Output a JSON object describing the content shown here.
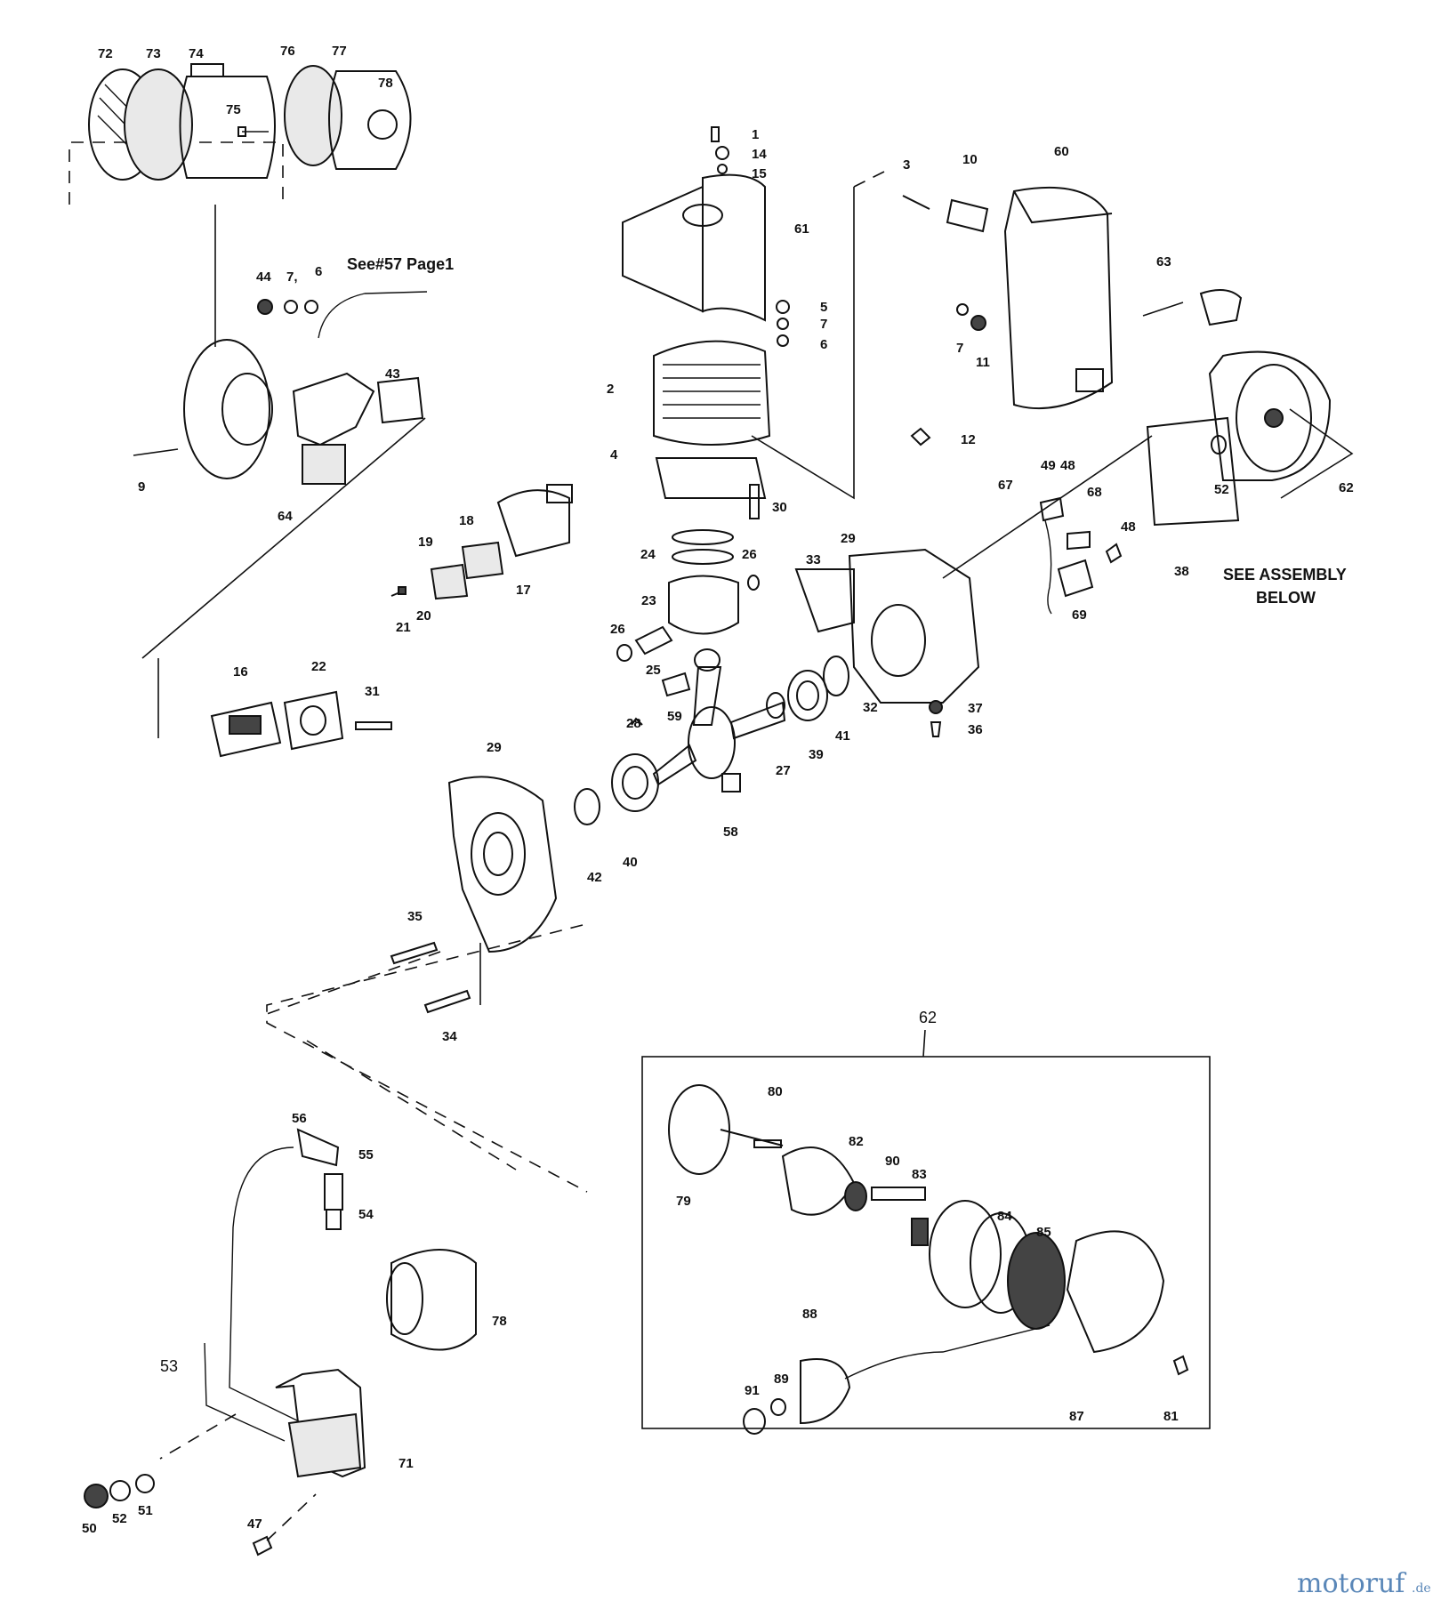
{
  "diagram": {
    "notes": {
      "see_57": "See#57 Page1",
      "see_assembly_1": "SEE ASSEMBLY",
      "see_assembly_2": "BELOW",
      "inset_label": "62"
    },
    "watermark": {
      "main": "motoruf",
      "suffix": ".de",
      "color": "#5a87b8"
    },
    "callouts": [
      {
        "id": "c72",
        "text": "72"
      },
      {
        "id": "c73",
        "text": "73"
      },
      {
        "id": "c74",
        "text": "74"
      },
      {
        "id": "c75",
        "text": "75"
      },
      {
        "id": "c76",
        "text": "76"
      },
      {
        "id": "c77",
        "text": "77"
      },
      {
        "id": "c78a",
        "text": "78"
      },
      {
        "id": "c1",
        "text": "1"
      },
      {
        "id": "c14",
        "text": "14"
      },
      {
        "id": "c15",
        "text": "15"
      },
      {
        "id": "c61",
        "text": "61"
      },
      {
        "id": "c3",
        "text": "3"
      },
      {
        "id": "c10",
        "text": "10"
      },
      {
        "id": "c60",
        "text": "60"
      },
      {
        "id": "c63",
        "text": "63"
      },
      {
        "id": "c44",
        "text": "44"
      },
      {
        "id": "c7a",
        "text": "7,"
      },
      {
        "id": "c6a",
        "text": "6"
      },
      {
        "id": "c5",
        "text": "5"
      },
      {
        "id": "c7b",
        "text": "7"
      },
      {
        "id": "c6b",
        "text": "6"
      },
      {
        "id": "c7c",
        "text": "7"
      },
      {
        "id": "c11",
        "text": "11"
      },
      {
        "id": "c2",
        "text": "2"
      },
      {
        "id": "c43",
        "text": "43"
      },
      {
        "id": "c12",
        "text": "12"
      },
      {
        "id": "c9",
        "text": "9"
      },
      {
        "id": "c64",
        "text": "64"
      },
      {
        "id": "c4",
        "text": "4"
      },
      {
        "id": "c30",
        "text": "30"
      },
      {
        "id": "c49",
        "text": "49"
      },
      {
        "id": "c48a",
        "text": "48"
      },
      {
        "id": "c67",
        "text": "67"
      },
      {
        "id": "c68",
        "text": "68"
      },
      {
        "id": "c48b",
        "text": "48"
      },
      {
        "id": "c52a",
        "text": "52"
      },
      {
        "id": "c62a",
        "text": "62"
      },
      {
        "id": "c38",
        "text": "38"
      },
      {
        "id": "c69",
        "text": "69"
      },
      {
        "id": "c18",
        "text": "18"
      },
      {
        "id": "c19",
        "text": "19"
      },
      {
        "id": "c17",
        "text": "17"
      },
      {
        "id": "c21",
        "text": "21"
      },
      {
        "id": "c20",
        "text": "20"
      },
      {
        "id": "c24",
        "text": "24"
      },
      {
        "id": "c26a",
        "text": "26"
      },
      {
        "id": "c23",
        "text": "23"
      },
      {
        "id": "c26b",
        "text": "26"
      },
      {
        "id": "c25",
        "text": "25"
      },
      {
        "id": "c29a",
        "text": "29"
      },
      {
        "id": "c33",
        "text": "33"
      },
      {
        "id": "c16",
        "text": "16"
      },
      {
        "id": "c22",
        "text": "22"
      },
      {
        "id": "c31",
        "text": "31"
      },
      {
        "id": "c59",
        "text": "59"
      },
      {
        "id": "c28",
        "text": "28"
      },
      {
        "id": "c32",
        "text": "32"
      },
      {
        "id": "c37",
        "text": "37"
      },
      {
        "id": "c36",
        "text": "36"
      },
      {
        "id": "c27",
        "text": "27"
      },
      {
        "id": "c39",
        "text": "39"
      },
      {
        "id": "c41",
        "text": "41"
      },
      {
        "id": "c29b",
        "text": "29"
      },
      {
        "id": "c42",
        "text": "42"
      },
      {
        "id": "c40",
        "text": "40"
      },
      {
        "id": "c58",
        "text": "58"
      },
      {
        "id": "c35",
        "text": "35"
      },
      {
        "id": "c34",
        "text": "34"
      },
      {
        "id": "c80",
        "text": "80"
      },
      {
        "id": "c82",
        "text": "82"
      },
      {
        "id": "c90",
        "text": "90"
      },
      {
        "id": "c83",
        "text": "83"
      },
      {
        "id": "c79",
        "text": "79"
      },
      {
        "id": "c84",
        "text": "84"
      },
      {
        "id": "c85",
        "text": "85"
      },
      {
        "id": "c88",
        "text": "88"
      },
      {
        "id": "c89",
        "text": "89"
      },
      {
        "id": "c91",
        "text": "91"
      },
      {
        "id": "c87",
        "text": "87"
      },
      {
        "id": "c81",
        "text": "81"
      },
      {
        "id": "c56",
        "text": "56"
      },
      {
        "id": "c55",
        "text": "55"
      },
      {
        "id": "c54",
        "text": "54"
      },
      {
        "id": "c78b",
        "text": "78"
      },
      {
        "id": "c53",
        "text": "53"
      },
      {
        "id": "c71",
        "text": "71"
      },
      {
        "id": "c47",
        "text": "47"
      },
      {
        "id": "c50",
        "text": "50"
      },
      {
        "id": "c52b",
        "text": "52"
      },
      {
        "id": "c51",
        "text": "51"
      }
    ]
  }
}
